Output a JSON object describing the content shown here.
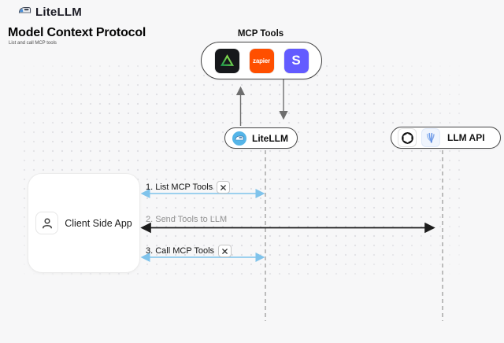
{
  "brand": {
    "label": "LiteLLM"
  },
  "page": {
    "title": "Model Context Protocol",
    "subtitle": "List and call MCP tools"
  },
  "diagram": {
    "mcp_tools": {
      "label": "MCP Tools",
      "tools": [
        {
          "icon": "green-triangle-tool-icon",
          "bg": "#16181b"
        },
        {
          "icon": "zapier-icon",
          "label": "zapier",
          "bg": "#ff4f00"
        },
        {
          "icon": "stripe-icon",
          "label": "S",
          "bg": "#635bff"
        }
      ]
    },
    "nodes": {
      "litellm": {
        "label": "LiteLLM"
      },
      "llm_api": {
        "label": "LLM API"
      },
      "client": {
        "label": "Client Side App"
      }
    },
    "messages": [
      {
        "label": "1. List MCP Tools",
        "style": "blue-double-arrow",
        "tools_badge": true
      },
      {
        "label": "2. Send Tools to LLM",
        "style": "black-double-arrow",
        "tools_badge": false
      },
      {
        "label": "3. Call MCP Tools",
        "style": "blue-double-arrow",
        "tools_badge": true
      }
    ]
  },
  "colors": {
    "background": "#f7f7f8",
    "arrow_blue": "#7fc3eb",
    "arrow_black": "#1c1c1c",
    "arrow_gray": "#6e6e6e",
    "lifeline_gray": "#9c9c9c",
    "litellm_blue": "#55b5e8",
    "zapier_orange": "#ff4f00",
    "stripe_purple": "#635bff",
    "tool_green": "#4cd964"
  }
}
